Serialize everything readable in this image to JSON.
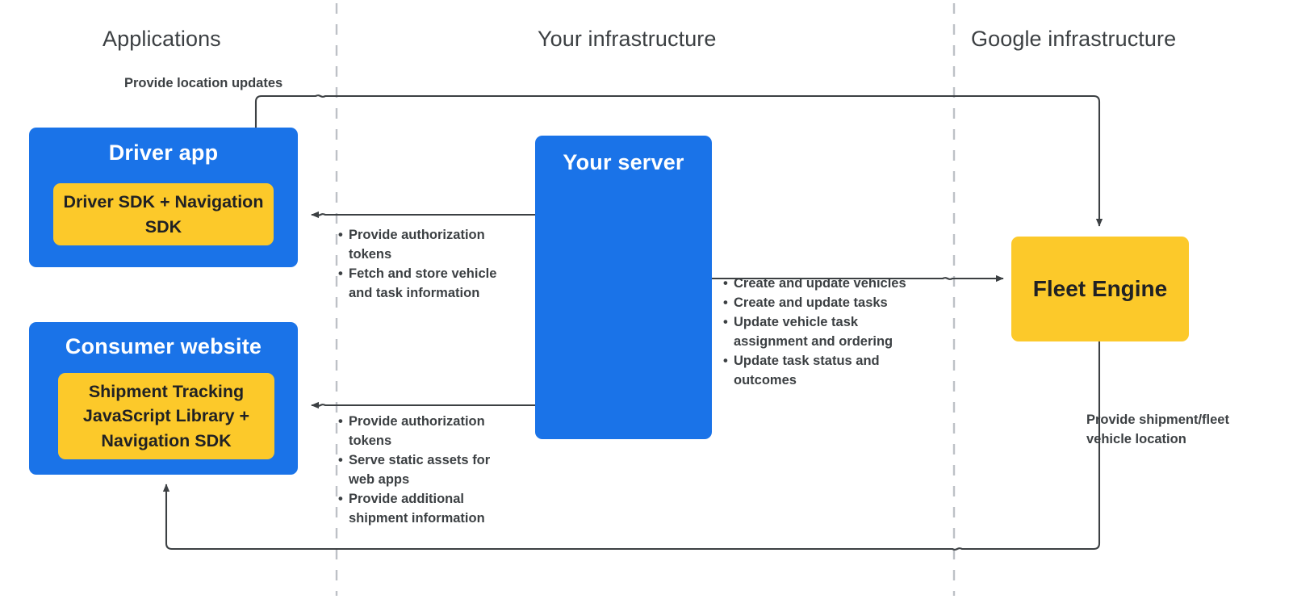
{
  "diagram": {
    "title": "Fleet Engine delivery architecture",
    "colors": {
      "blue": "#1a73e8",
      "yellow": "#fcc92a",
      "text_dark": "#3c4043",
      "line": "#5f6368",
      "divider": "#bdc1c6",
      "background": "#ffffff"
    }
  },
  "zones": [
    {
      "id": "applications",
      "label": "Applications"
    },
    {
      "id": "your-infrastructure",
      "label": "Your infrastructure"
    },
    {
      "id": "google-infrastructure",
      "label": "Google infrastructure"
    }
  ],
  "nodes": {
    "driver_app": {
      "title": "Driver app",
      "inner": "Driver SDK +\nNavigation SDK"
    },
    "consumer_website": {
      "title": "Consumer website",
      "inner": "Shipment Tracking\nJavaScript Library  +\nNavigation SDK"
    },
    "your_server": {
      "title": "Your server"
    },
    "fleet_engine": {
      "title": "Fleet Engine"
    }
  },
  "edge_labels": {
    "provide_location_updates": "Provide location updates",
    "provide_shipment_fleet_vehicle_location": "Provide shipment/fleet\nvehicle location"
  },
  "bullet_lists": {
    "driver_to_server": [
      "Provide authorization tokens",
      "Fetch and store vehicle and task information"
    ],
    "consumer_to_server": [
      "Provide authorization tokens",
      "Serve static assets for web apps",
      "Provide additional shipment information"
    ],
    "server_to_fleet_engine": [
      "Create and update vehicles",
      "Create and update tasks",
      "Update vehicle task assignment and ordering",
      "Update task status and outcomes"
    ]
  }
}
